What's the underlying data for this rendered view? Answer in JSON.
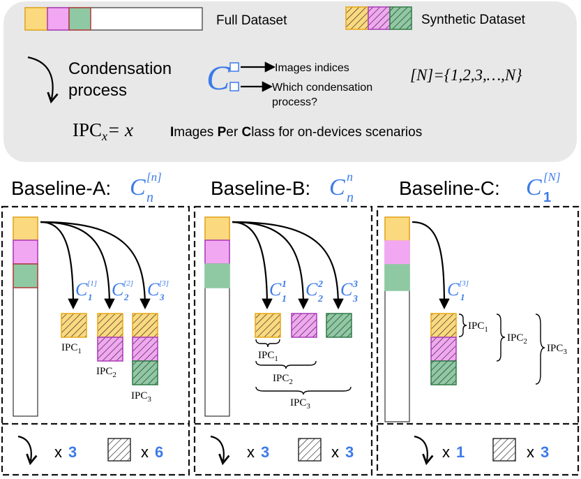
{
  "legend": {
    "full_dataset": "Full Dataset",
    "synthetic_dataset": "Synthetic Dataset"
  },
  "header": {
    "condensation_line1": "Condensation",
    "condensation_line2": "process",
    "images_indices": "Images indices",
    "which_line1": "Which condensation",
    "which_line2": "process?",
    "set_def": "[N]={1,2,3,…,N}",
    "ipc_def_prefix": "IPC",
    "ipc_def_sub": "x",
    "ipc_def_eq": "= x",
    "ipc_def_text_i": "I",
    "ipc_def_text_mages": "mages ",
    "ipc_def_text_p": "P",
    "ipc_def_text_er": "er ",
    "ipc_def_text_c": "C",
    "ipc_def_text_rest": "lass for on-devices scenarios"
  },
  "colors": {
    "yellow": "#fbd97f",
    "yellow_border": "#e6a817",
    "pink": "#f2a7f2",
    "pink_border": "#a93ab8",
    "green": "#8fc9a3",
    "green_border": "#2f7a45",
    "accent": "#3d7be8",
    "header_bg": "#e8e8e8"
  },
  "baselines": [
    {
      "title": "Baseline-A:",
      "math_sup": "[n]",
      "math_sub": "n",
      "labels": [
        "[1]",
        "1",
        "[2]",
        "2",
        "[3]",
        "3"
      ],
      "ipc": [
        "IPC",
        "IPC",
        "IPC"
      ],
      "ipc_sub": [
        "1",
        "2",
        "3"
      ],
      "footer_x": "x",
      "footer_arrow_count": "3",
      "footer_box_count": "6"
    },
    {
      "title": "Baseline-B:",
      "math_sup": "n",
      "math_sub": "n",
      "labels": [
        "1",
        "1",
        "2",
        "2",
        "3",
        "3"
      ],
      "ipc": [
        "IPC",
        "IPC",
        "IPC"
      ],
      "ipc_sub": [
        "1",
        "2",
        "3"
      ],
      "footer_x": "x",
      "footer_arrow_count": "3",
      "footer_box_count": "3"
    },
    {
      "title": "Baseline-C:",
      "math_sup": "[N]",
      "math_sub": "1",
      "labels": [
        "[3]",
        "1"
      ],
      "ipc": [
        "IPC",
        "IPC",
        "IPC"
      ],
      "ipc_sub": [
        "1",
        "2",
        "3"
      ],
      "footer_x": "x",
      "footer_arrow_count": "1",
      "footer_box_count": "3"
    }
  ]
}
